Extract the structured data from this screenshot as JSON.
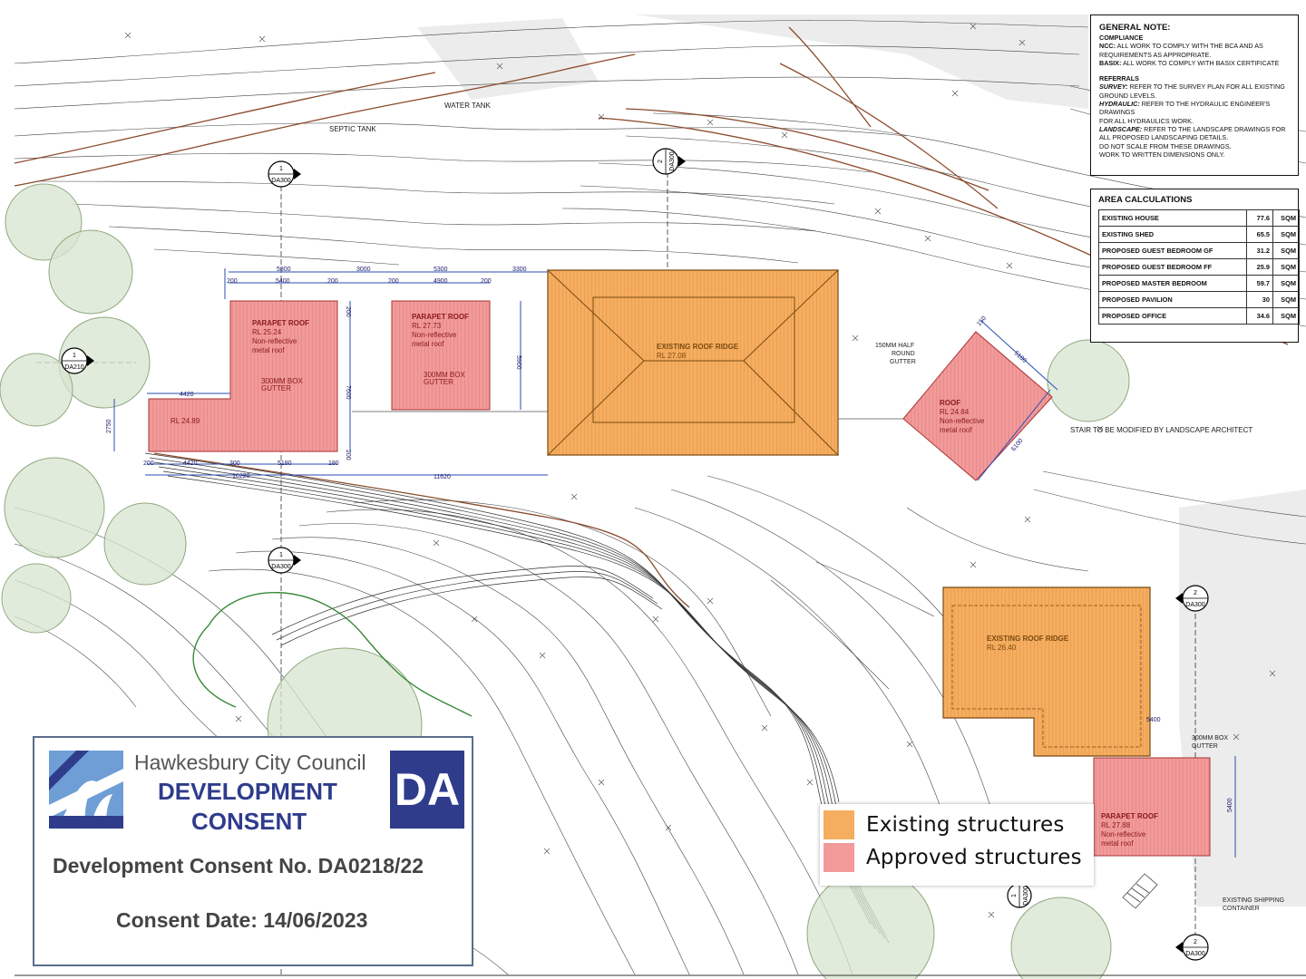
{
  "plan": {
    "labels": {
      "septic_tank": "SEPTIC TANK",
      "water_tank": "WATER TANK",
      "half_round_gutter": [
        "150MM HALF",
        "ROUND",
        "GUTTER"
      ],
      "stair_note": "STAIR TO BE MODIFIED BY LANDSCAPE ARCHITECT",
      "shipping_container": [
        "EXISTING SHIPPING",
        "CONTAINER"
      ],
      "box_gutter_right": [
        "300MM BOX",
        "GUTTER"
      ]
    },
    "section_markers": [
      {
        "num": "1",
        "sheet": "DA300"
      },
      {
        "num": "1",
        "sheet": "DA300"
      },
      {
        "num": "1",
        "sheet": "DA210"
      },
      {
        "num": "2",
        "sheet": "DA300"
      },
      {
        "num": "2",
        "sheet": "DA300"
      },
      {
        "num": "2",
        "sheet": "DA300"
      },
      {
        "num": "1",
        "sheet": "DA300"
      }
    ],
    "roofs": {
      "parapet_a": {
        "title": "PARAPET ROOF",
        "rl": "RL 25.24",
        "l1": "Non-reflective",
        "l2": "metal roof",
        "g1": "300MM BOX",
        "g2": "GUTTER"
      },
      "lower_wing": {
        "rl": "RL 24.89"
      },
      "parapet_b": {
        "title": "PARAPET ROOF",
        "rl": "RL 27.73",
        "l1": "Non-reflective",
        "l2": "metal roof",
        "g1": "300MM BOX",
        "g2": "GUTTER"
      },
      "existing_main": {
        "title": "EXISTING ROOF RIDGE",
        "rl": "RL 27.08"
      },
      "rotated_roof": {
        "title": "ROOF",
        "rl": "RL 24.84",
        "l1": "Non-reflective",
        "l2": "metal roof"
      },
      "existing_shed": {
        "title": "EXISTING ROOF RIDGE",
        "rl": "RL 26.40"
      },
      "parapet_c": {
        "title": "PARAPET ROOF",
        "rl": "RL 27.88",
        "l1": "Non-reflective",
        "l2": "metal roof"
      }
    },
    "dimensions": {
      "d5800": "5800",
      "d3000": "3000",
      "d5300": "5300",
      "d3300": "3300",
      "d200a": "200",
      "d5400": "5400",
      "d200b": "200",
      "d200c": "200",
      "d4900": "4900",
      "d200d": "200",
      "d7600": "7600",
      "d5900": "5900",
      "d200e": "200",
      "d200f": "200",
      "d4420": "4420",
      "d2750": "2750",
      "d200g": "200",
      "d4420b": "4420",
      "d300": "300",
      "d5180": "5180",
      "d180": "180",
      "d10220": "10220",
      "d11620": "11620",
      "d150": "150",
      "d5100": "5100",
      "d6100": "6100",
      "d5400b": "5400",
      "d5400c": "5400"
    }
  },
  "general_note": {
    "title": "GENERAL NOTE:",
    "compliance_head": "COMPLIANCE",
    "ncc_key": "NCC:",
    "ncc_text": " ALL WORK TO COMPLY WITH THE BCA AND AS REQUIREMENTS AS APPROPRIATE.",
    "basix_key": "BASIX:",
    "basix_text": " ALL WORK TO COMPLY WITH BASIX CERTIFICATE",
    "referrals_head": "REFERRALS",
    "survey_key": "SURVEY:",
    "survey_text": " REFER TO THE SURVEY PLAN FOR ALL EXISTING GROUND LEVELS.",
    "hydraulic_key": "HYDRAULIC:",
    "hydraulic_text": " REFER TO THE HYDRAULIC ENGINEER'S DRAWINGS",
    "hydraulic_text2": "FOR ALL HYDRAULICS WORK.",
    "landscape_key": "LANDSCAPE:",
    "landscape_text": " REFER TO THE LANDSCAPE DRAWINGS FOR ALL PROPOSED LANDSCAPING DETAILS.",
    "scale_text": "DO NOT SCALE FROM THESE DRAWINGS,",
    "dims_text": "WORK TO WRITTEN DIMENSIONS ONLY."
  },
  "area_calculations": {
    "title": "AREA CALCULATIONS",
    "rows": [
      {
        "name": "EXISTING HOUSE",
        "value": "77.6",
        "unit": "SQM"
      },
      {
        "name": "EXISTING SHED",
        "value": "65.5",
        "unit": "SQM"
      },
      {
        "name": "PROPOSED GUEST BEDROOM GF",
        "value": "31.2",
        "unit": "SQM"
      },
      {
        "name": "PROPOSED GUEST BEDROOM FF",
        "value": "25.9",
        "unit": "SQM"
      },
      {
        "name": "PROPOSED MASTER BEDROOM",
        "value": "59.7",
        "unit": "SQM"
      },
      {
        "name": "PROPOSED PAVILION",
        "value": "30",
        "unit": "SQM"
      },
      {
        "name": "PROPOSED OFFICE",
        "value": "34.6",
        "unit": "SQM"
      }
    ]
  },
  "legend": {
    "existing": "Existing structures",
    "approved": "Approved structures",
    "existing_color": "#f5ad5f",
    "approved_color": "#f29a9a"
  },
  "stamp": {
    "council": "Hawkesbury City Council",
    "line1": "DEVELOPMENT",
    "line2": "CONSENT",
    "badge": "DA",
    "consent_no": "Development Consent No. DA0218/22",
    "consent_date": "Consent Date: 14/06/2023"
  }
}
